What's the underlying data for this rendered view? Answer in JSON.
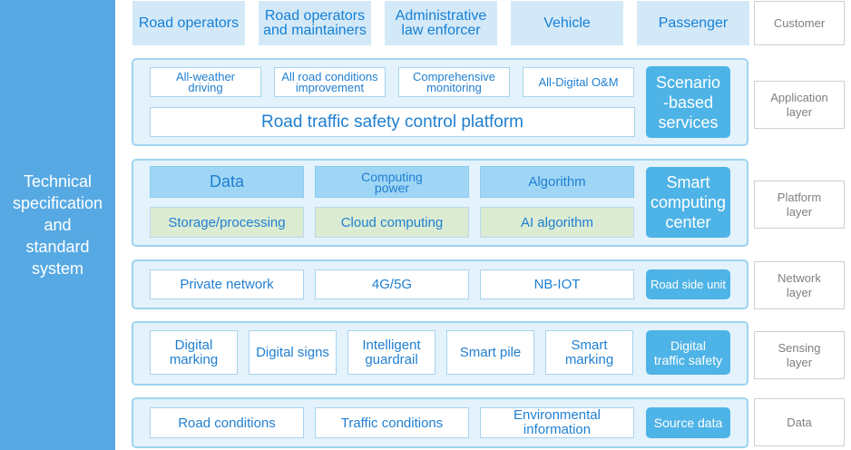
{
  "left_bar": {
    "lines": [
      "Technical",
      "specification",
      "and",
      "standard",
      "system"
    ]
  },
  "customer_row": {
    "items": [
      "Road operators",
      "Road operators\nand maintainers",
      "Administrative\nlaw enforcer",
      "Vehicle",
      "Passenger"
    ]
  },
  "application": {
    "items": [
      "All-weather\ndriving",
      "All road conditions\nimprovement",
      "Comprehensive\nmonitoring",
      "All-Digital O&M"
    ],
    "platform_label": "Road traffic safety control platform",
    "right": "Scenario\n-based\nservices"
  },
  "platform": {
    "top": [
      "Data",
      "Computing\npower",
      "Algorithm"
    ],
    "bottom": [
      "Storage/processing",
      "Cloud computing",
      "AI algorithm"
    ],
    "right": "Smart\ncomputing\ncenter"
  },
  "network": {
    "items": [
      "Private network",
      "4G/5G",
      "NB-IOT"
    ],
    "right": "Road side unit"
  },
  "sensing": {
    "items": [
      "Digital\nmarking",
      "Digital signs",
      "Intelligent\nguardrail",
      "Smart pile",
      "Smart\nmarking"
    ],
    "right": "Digital\ntraffic safety"
  },
  "data_layer": {
    "items": [
      "Road conditions",
      "Traffic conditions",
      "Environmental\ninformation"
    ],
    "right": "Source data"
  },
  "layer_labels": {
    "customer": "Customer",
    "application": "Application\nlayer",
    "platform": "Platform\nlayer",
    "network": "Network\nlayer",
    "sensing": "Sensing\nlayer",
    "data": "Data"
  }
}
